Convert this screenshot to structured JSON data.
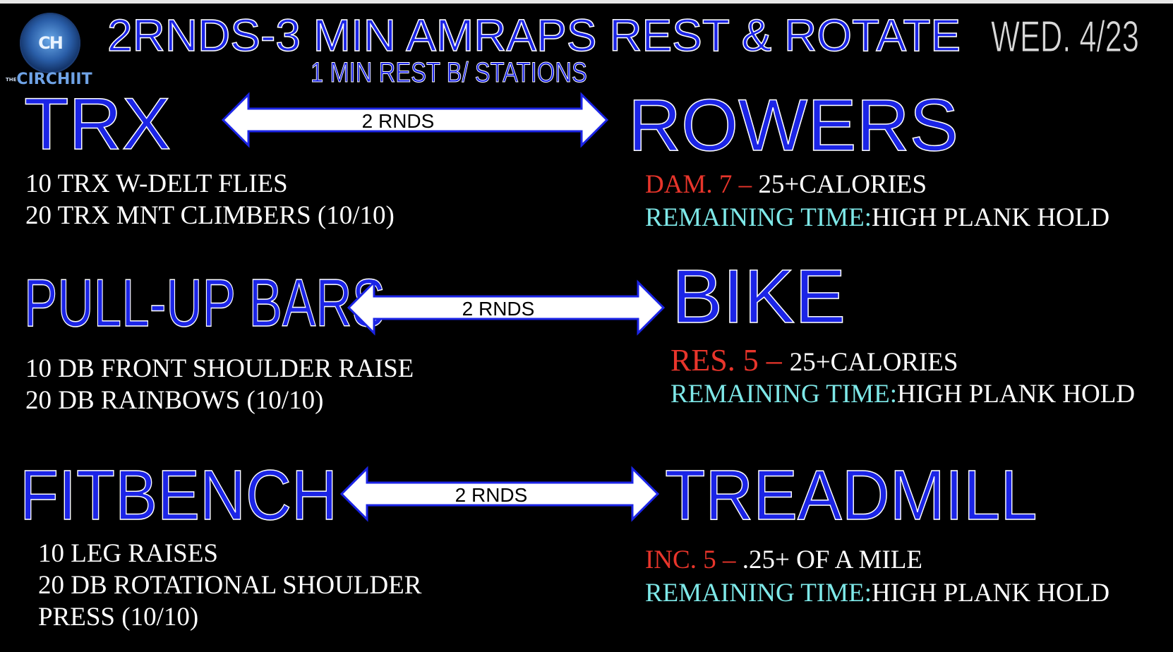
{
  "header": {
    "title": "2RNDS-3 MIN AMRAPS REST & ROTATE",
    "subtitle": "1 MIN REST B/ STATIONS",
    "date": "WED. 4/23",
    "logo_monogram": "CH",
    "logo_prefix": "THE",
    "logo_name": "CIRCHIIT"
  },
  "stations": [
    {
      "left_name": "TRX",
      "arrow_label": "2 RNDS",
      "right_name": "ROWERS",
      "left_lines": [
        "10 TRX W-DELT FLIES",
        "20 TRX MNT CLIMBERS  (10/10)"
      ],
      "right_setting": "DAM. 7 – ",
      "right_goal": "25+CALORIES",
      "remaining_label": "REMAINING TIME:",
      "remaining_value": "HIGH PLANK  HOLD"
    },
    {
      "left_name": "PULL-UP BARS",
      "arrow_label": "2 RNDS",
      "right_name": "BIKE",
      "left_lines": [
        "10 DB FRONT SHOULDER RAISE",
        "20 DB RAINBOWS (10/10)"
      ],
      "right_setting": "RES. 5 – ",
      "right_goal": "25+CALORIES",
      "remaining_label": "REMAINING TIME:",
      "remaining_value": "HIGH PLANK HOLD"
    },
    {
      "left_name": "FITBENCH",
      "arrow_label": "2 RNDS",
      "right_name": "TREADMILL",
      "left_lines": [
        "10 LEG RAISES",
        "20 DB ROTATIONAL SHOULDER",
        "PRESS (10/10)"
      ],
      "right_setting": "INC. 5 – ",
      "right_goal": ".25+ OF A MILE",
      "remaining_label": "REMAINING TIME:",
      "remaining_value": "HIGH PLANK HOLD"
    }
  ],
  "colors": {
    "background": "#000000",
    "title_blue": "#1b24e6",
    "setting_red": "#e8352b",
    "remaining_cyan": "#7ee8e8"
  }
}
